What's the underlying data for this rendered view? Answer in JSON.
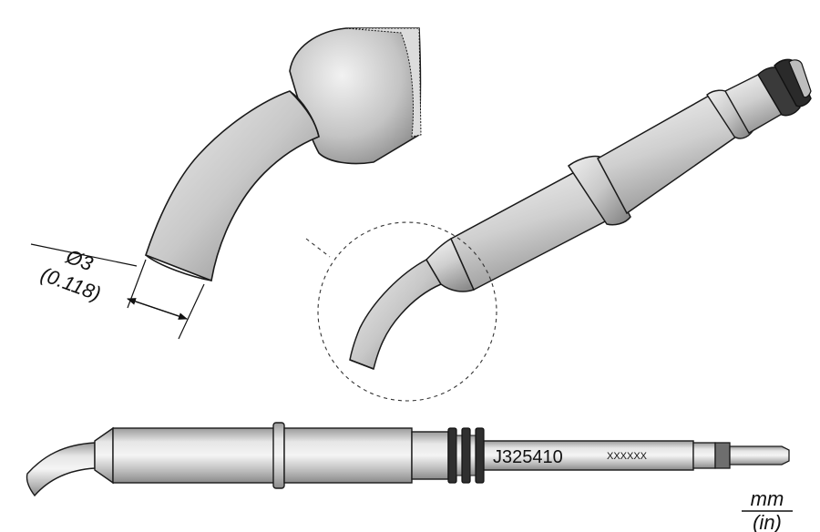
{
  "dimension": {
    "diameter_mm": "Ø3",
    "diameter_in": "(0.118)"
  },
  "tip": {
    "part_number": "J325410",
    "marking": "XXXXXX"
  },
  "units": {
    "top": "mm",
    "bottom": "(in)"
  },
  "colors": {
    "metal_light": "#ececec",
    "metal_mid": "#b4b4b4",
    "metal_dark": "#7a7a7a",
    "outline": "#1a1a1a",
    "oring": "#2a2a2a"
  }
}
